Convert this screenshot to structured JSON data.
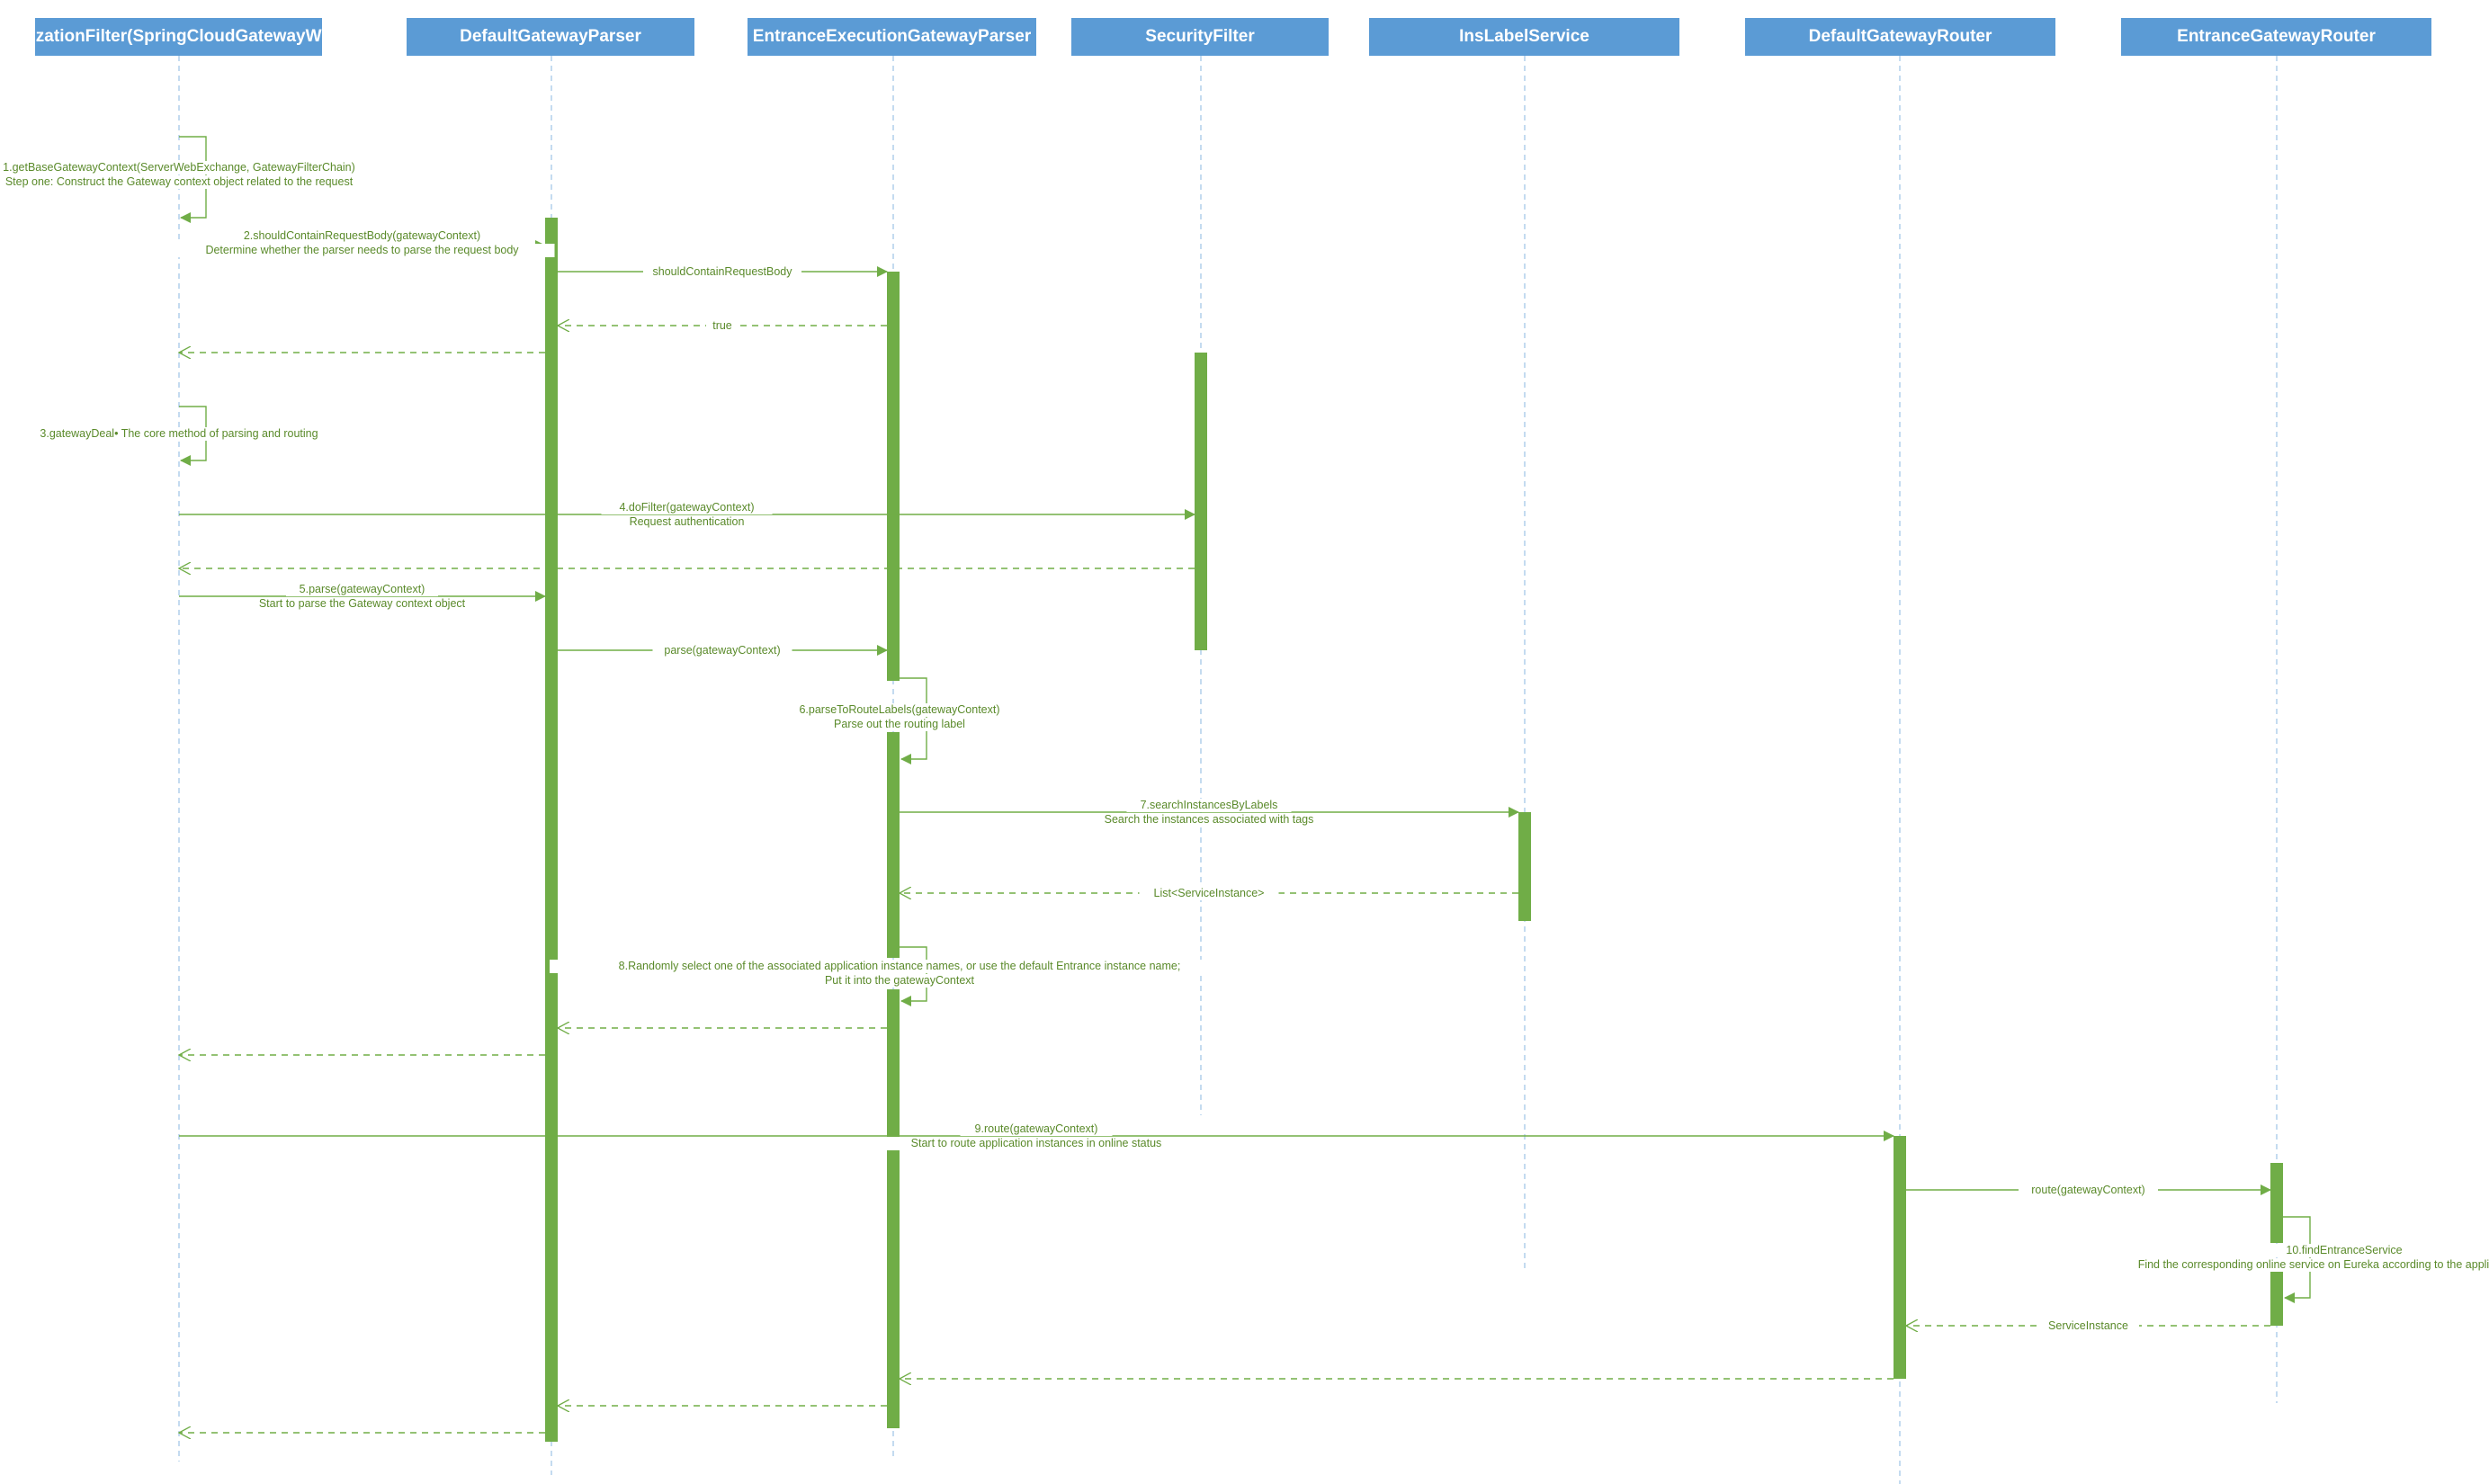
{
  "participants": [
    {
      "id": "gaf",
      "label": "GatwayAuthorizationFilter(SpringCloudGatewayWebsocketFilter)",
      "label_lines": [
        "GatwayAuthorizationFilter(SpringClo",
        "udGatewayWebsocketFilter)"
      ]
    },
    {
      "id": "dgp",
      "label": "DefaultGatewayParser",
      "label_lines": [
        "DefaultGatewayParser"
      ]
    },
    {
      "id": "eegp",
      "label": "EntranceExecutionGatewayParser",
      "label_lines": [
        "EntranceExecutionGatewayParser"
      ]
    },
    {
      "id": "sf",
      "label": "SecurityFilter",
      "label_lines": [
        "SecurityFilter"
      ]
    },
    {
      "id": "ils",
      "label": "InsLabelService",
      "label_lines": [
        "InsLabelService"
      ]
    },
    {
      "id": "dgr",
      "label": "DefaultGatewayRouter",
      "label_lines": [
        "DefaultGatewayRouter"
      ]
    },
    {
      "id": "egr",
      "label": "EntranceGatewayRouter",
      "label_lines": [
        "EntranceGatewayRouter"
      ]
    }
  ],
  "messages": [
    {
      "from": "gaf",
      "to": "gaf",
      "kind": "self",
      "lines": [
        "1.getBaseGatewayContext(ServerWebExchange, GatewayFilterChain)",
        "Step one: Construct the Gateway context object related to the request"
      ]
    },
    {
      "from": "gaf",
      "to": "dgp",
      "kind": "call",
      "lines": [
        "2.shouldContainRequestBody(gatewayContext)",
        "Determine whether the parser needs to parse the request body"
      ]
    },
    {
      "from": "dgp",
      "to": "eegp",
      "kind": "call",
      "lines": [
        "shouldContainRequestBody"
      ]
    },
    {
      "from": "eegp",
      "to": "dgp",
      "kind": "return",
      "lines": [
        "true"
      ]
    },
    {
      "from": "dgp",
      "to": "gaf",
      "kind": "return",
      "lines": []
    },
    {
      "from": "gaf",
      "to": "gaf",
      "kind": "self",
      "lines": [
        "3.gatewayDeal•  The core method of parsing and routing"
      ]
    },
    {
      "from": "gaf",
      "to": "sf",
      "kind": "call",
      "lines": [
        "4.doFilter(gatewayContext)",
        "Request authentication"
      ]
    },
    {
      "from": "sf",
      "to": "gaf",
      "kind": "return",
      "lines": []
    },
    {
      "from": "gaf",
      "to": "dgp",
      "kind": "call",
      "lines": [
        "5.parse(gatewayContext)",
        "Start to parse the Gateway context object"
      ]
    },
    {
      "from": "dgp",
      "to": "eegp",
      "kind": "call",
      "lines": [
        "parse(gatewayContext)"
      ]
    },
    {
      "from": "eegp",
      "to": "eegp",
      "kind": "self",
      "lines": [
        "6.parseToRouteLabels(gatewayContext)",
        "Parse out the routing label"
      ]
    },
    {
      "from": "eegp",
      "to": "ils",
      "kind": "call",
      "lines": [
        "7.searchInstancesByLabels",
        "Search the instances associated with tags"
      ]
    },
    {
      "from": "ils",
      "to": "eegp",
      "kind": "return",
      "lines": [
        "List<ServiceInstance>"
      ]
    },
    {
      "from": "eegp",
      "to": "eegp",
      "kind": "self",
      "lines": [
        "8.Randomly select one of the associated application instance names, or use the default Entrance instance name;",
        "Put it into the gatewayContext"
      ]
    },
    {
      "from": "eegp",
      "to": "dgp",
      "kind": "return",
      "lines": []
    },
    {
      "from": "dgp",
      "to": "gaf",
      "kind": "return",
      "lines": []
    },
    {
      "from": "gaf",
      "to": "dgr",
      "kind": "call",
      "lines": [
        "9.route(gatewayContext)",
        "Start to route application instances in online status"
      ]
    },
    {
      "from": "dgr",
      "to": "egr",
      "kind": "call",
      "lines": [
        "route(gatewayContext)"
      ]
    },
    {
      "from": "egr",
      "to": "egr",
      "kind": "self",
      "lines": [
        "10.findEntranceService",
        "Find the corresponding online service on Eureka according to the application name"
      ]
    },
    {
      "from": "egr",
      "to": "dgr",
      "kind": "return",
      "lines": [
        "ServiceInstance"
      ]
    },
    {
      "from": "dgr",
      "to": "eegp",
      "kind": "return",
      "lines": []
    },
    {
      "from": "eegp",
      "to": "dgp",
      "kind": "return",
      "lines": []
    },
    {
      "from": "dgp",
      "to": "gaf",
      "kind": "return",
      "lines": []
    }
  ],
  "colors": {
    "header_fill": "#5b9bd5",
    "header_text": "#ffffff",
    "lifeline": "#9dc3e6",
    "activation": "#70ad47",
    "arrow": "#70ad47",
    "label_text": "#5a8a2a"
  }
}
